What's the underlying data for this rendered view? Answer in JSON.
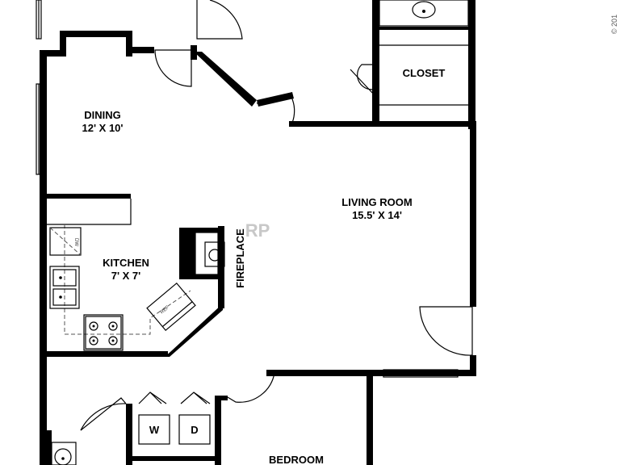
{
  "rooms": {
    "dining": {
      "name": "DINING",
      "size": "12' X 10'"
    },
    "closet": {
      "name": "CLOSET"
    },
    "living": {
      "name": "LIVING ROOM",
      "size": "15.5' X 14'"
    },
    "kitchen": {
      "name": "KITCHEN",
      "size": "7' X 7'"
    },
    "bedroom": {
      "name": "BEDROOM"
    },
    "fireplace": {
      "name": "FIREPLACE"
    }
  },
  "appliances": {
    "washer": "W",
    "dryer": "D",
    "dishwasher": "DW",
    "refrigerator": "REF"
  },
  "watermark": {
    "logo": "RP"
  },
  "copyright": "© 201"
}
